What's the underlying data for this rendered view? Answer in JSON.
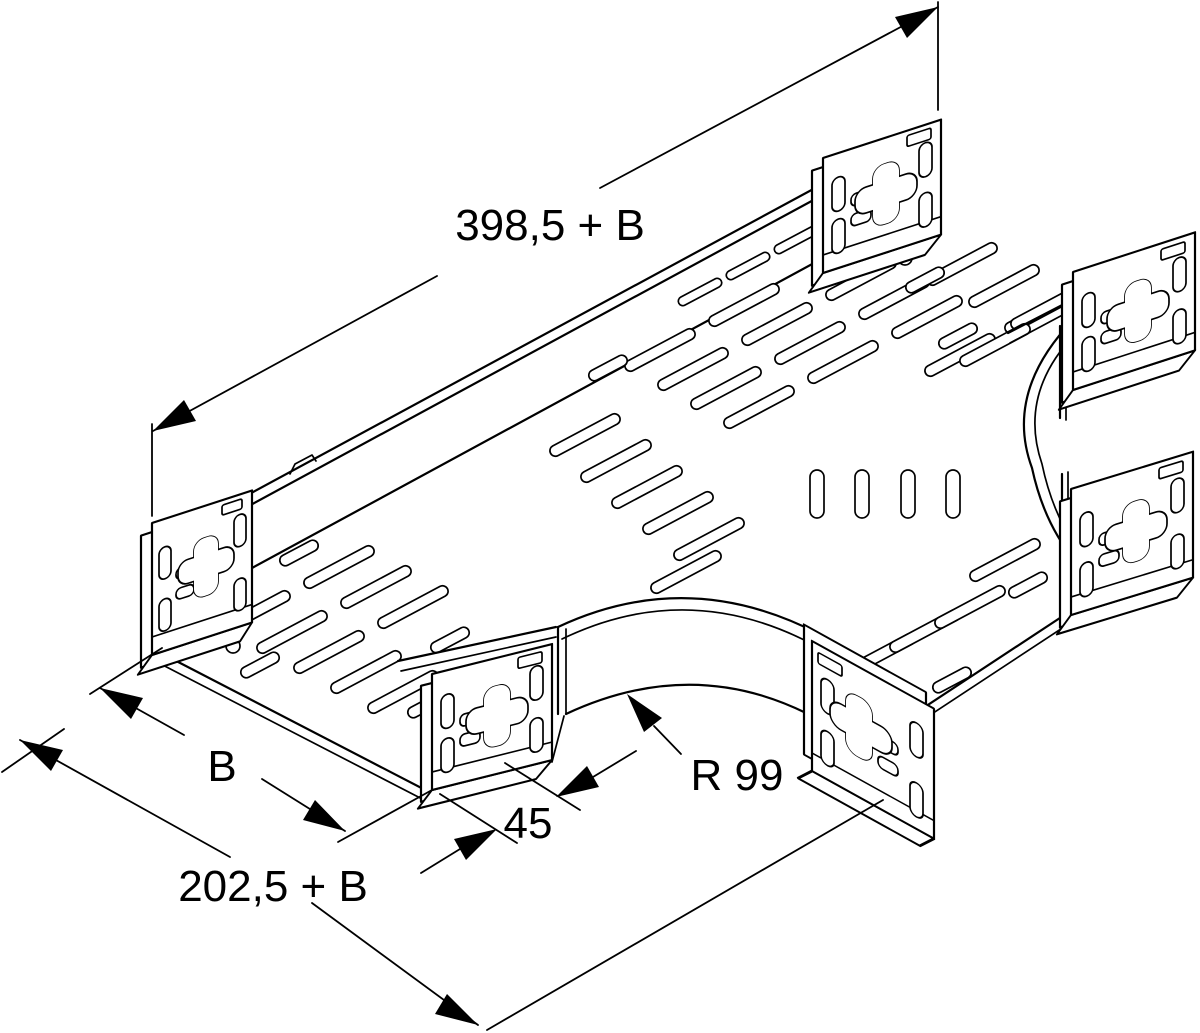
{
  "page": {
    "background_color": "#ffffff",
    "line_color": "#000000"
  },
  "drawing": {
    "kind": "isometric line drawing of a perforated cable-tray T-piece with bolted end flanges"
  },
  "annotations": {
    "total_length": "398,5 + B",
    "tray_width": "B",
    "branch_length": "202,5 + B",
    "straight_offset": "45",
    "bend_radius": "R 99"
  }
}
